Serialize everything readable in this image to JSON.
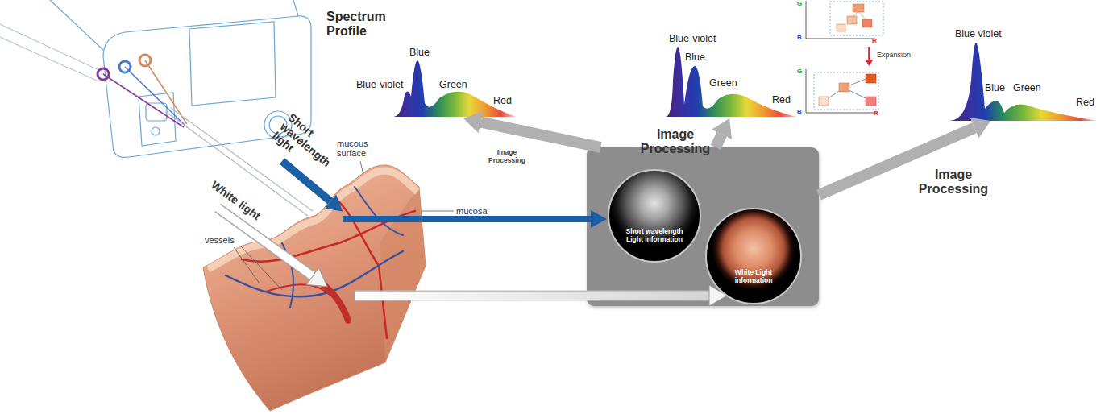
{
  "diagram": {
    "nodes": [
      {
        "text": []
      },
      {
        "text": [
          "Short wavelength Light information"
        ],
        "in": 0
      },
      {
        "text": [
          "White Light information"
        ],
        "in": 0
      },
      {
        "text": [
          "Blue-violet",
          "Blue",
          "Green",
          "Red"
        ]
      },
      {
        "text": [
          "Blue-violet",
          "Blue",
          "Green",
          "Red"
        ]
      },
      {
        "text": [
          "G",
          "B",
          "R"
        ]
      },
      {
        "text": [
          "G",
          "B",
          "R"
        ]
      },
      {
        "text": [
          "Blue violet",
          "Blue",
          "Green",
          "Red"
        ]
      }
    ],
    "edges": [
      {
        "from": 0,
        "to": 3,
        "arrow": "to",
        "label": "Image Processing"
      },
      {
        "from": 0,
        "to": 4,
        "arrow": "to",
        "label": "Image Processing"
      },
      {
        "from": 0,
        "to": 7,
        "arrow": "to",
        "label": "Image Processing"
      },
      {
        "from": 5,
        "to": 6,
        "arrow": "to",
        "label": "Expansion"
      }
    ],
    "labels": [
      "Spectrum Profile",
      "Short wavelength light",
      "White light",
      "mucous surface",
      "mucosa",
      "vessels"
    ]
  }
}
